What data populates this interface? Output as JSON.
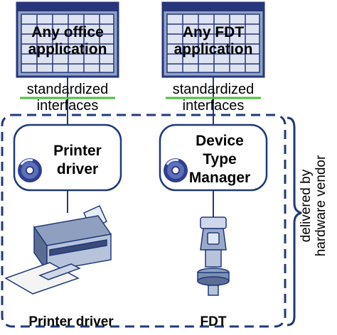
{
  "left_column": {
    "application": [
      "Any office",
      "application"
    ],
    "interface": [
      "standardized",
      "interfaces"
    ],
    "driver_box": [
      "Printer",
      "driver"
    ],
    "device": "printer",
    "caption": "Printer driver"
  },
  "right_column": {
    "application": [
      "Any FDT",
      "application"
    ],
    "interface": [
      "standardized",
      "interfaces"
    ],
    "driver_box": [
      "Device",
      "Type",
      "Manager"
    ],
    "device": "field-transmitter",
    "caption": "FDT"
  },
  "bracket_label": [
    "delivered by",
    "hardware vendor"
  ],
  "icons": {
    "app_window": "application-window-icon",
    "cd": "cd-disc-icon",
    "printer": "printer-icon",
    "field_device": "field-device-icon"
  },
  "colors": {
    "window_fill": "#8fa3c7",
    "window_border": "#27367a",
    "interface_bar": "#4bbf3f",
    "dashed_border": "#1f3a78",
    "connector": "#1f3a78",
    "cd": "#2d3f8e"
  }
}
